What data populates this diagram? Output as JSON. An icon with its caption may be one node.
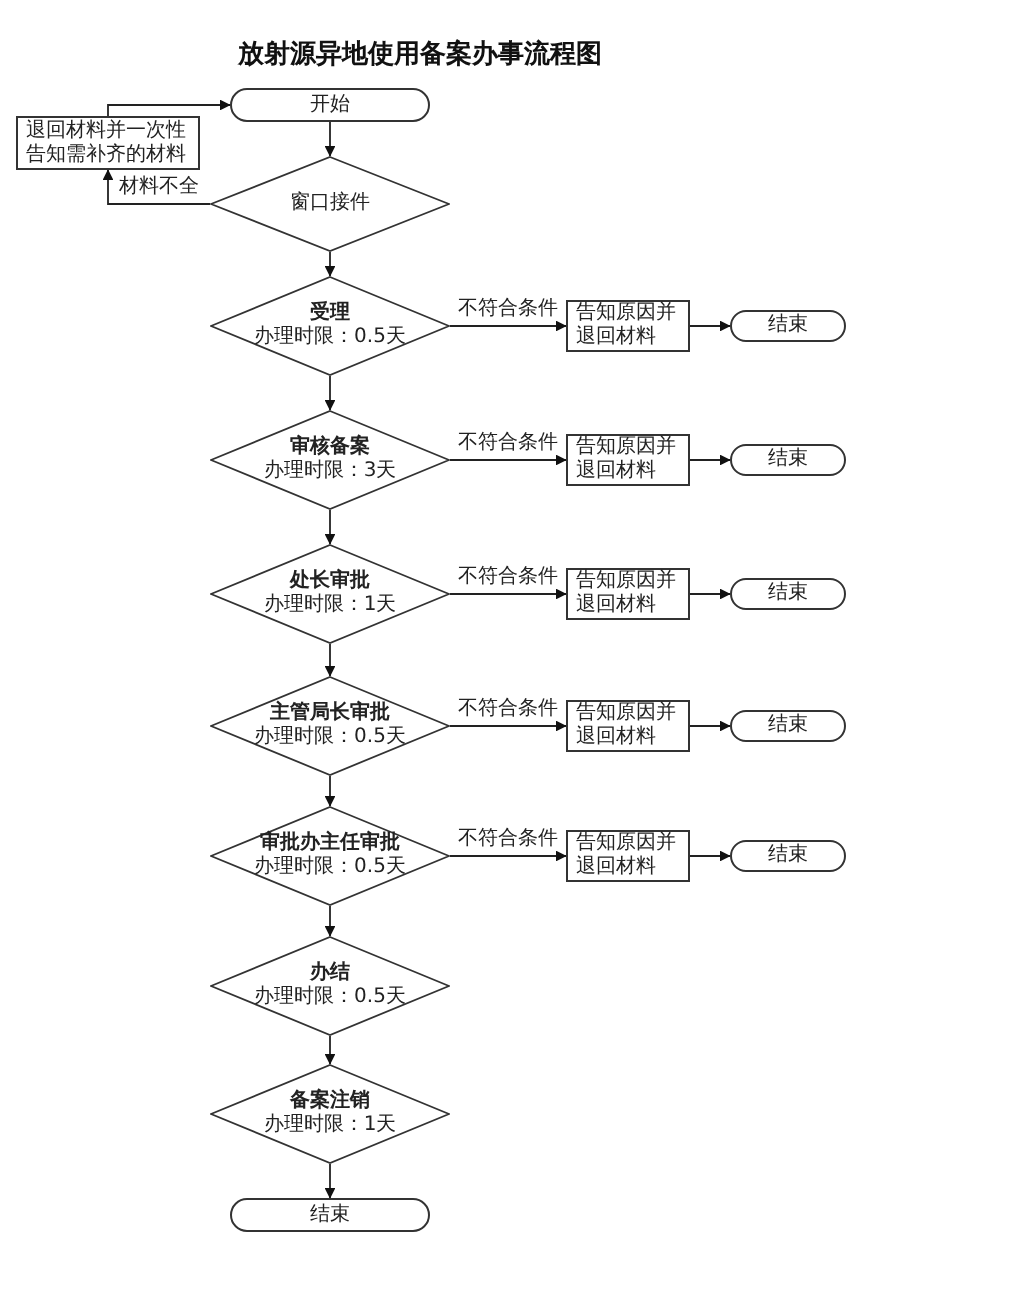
{
  "diagram": {
    "title": "放射源异地使用备案办事流程图",
    "nodes": [
      {
        "text": [
          "开始"
        ]
      },
      {
        "text": [
          "退回材料并一次性告知需补齐的材料"
        ]
      },
      {
        "text": [
          "窗口接件"
        ]
      },
      {
        "text": [
          "受理",
          "办理时限：0.5天"
        ]
      },
      {
        "text": [
          "告知原因并退回材料"
        ]
      },
      {
        "text": [
          "结束"
        ]
      },
      {
        "text": [
          "审核备案",
          "办理时限：3天"
        ]
      },
      {
        "text": [
          "告知原因并退回材料"
        ]
      },
      {
        "text": [
          "结束"
        ]
      },
      {
        "text": [
          "处长审批",
          "办理时限：1天"
        ]
      },
      {
        "text": [
          "告知原因并退回材料"
        ]
      },
      {
        "text": [
          "结束"
        ]
      },
      {
        "text": [
          "主管局长审批",
          "办理时限：0.5天"
        ]
      },
      {
        "text": [
          "告知原因并退回材料"
        ]
      },
      {
        "text": [
          "结束"
        ]
      },
      {
        "text": [
          "审批办主任审批",
          "办理时限：0.5天"
        ]
      },
      {
        "text": [
          "告知原因并退回材料"
        ]
      },
      {
        "text": [
          "结束"
        ]
      },
      {
        "text": [
          "办结",
          "办理时限：0.5天"
        ]
      },
      {
        "text": [
          "备案注销",
          "办理时限：1天"
        ]
      },
      {
        "text": [
          "结束"
        ]
      }
    ],
    "edges": [
      {
        "from": 0,
        "to": 2,
        "arrow": "to"
      },
      {
        "from": 2,
        "to": 1,
        "label": "材料不全",
        "arrow": "to"
      },
      {
        "from": 1,
        "to": 0,
        "arrow": "to"
      },
      {
        "from": 2,
        "to": 3,
        "arrow": "to"
      },
      {
        "from": 3,
        "to": 4,
        "label": "不符合条件",
        "arrow": "to"
      },
      {
        "from": 4,
        "to": 5,
        "arrow": "to"
      },
      {
        "from": 3,
        "to": 6,
        "arrow": "to"
      },
      {
        "from": 6,
        "to": 7,
        "label": "不符合条件",
        "arrow": "to"
      },
      {
        "from": 7,
        "to": 8,
        "arrow": "to"
      },
      {
        "from": 6,
        "to": 9,
        "arrow": "to"
      },
      {
        "from": 9,
        "to": 10,
        "label": "不符合条件",
        "arrow": "to"
      },
      {
        "from": 10,
        "to": 11,
        "arrow": "to"
      },
      {
        "from": 9,
        "to": 12,
        "arrow": "to"
      },
      {
        "from": 12,
        "to": 13,
        "label": "不符合条件",
        "arrow": "to"
      },
      {
        "from": 13,
        "to": 14,
        "arrow": "to"
      },
      {
        "from": 12,
        "to": 15,
        "arrow": "to"
      },
      {
        "from": 15,
        "to": 16,
        "label": "不符合条件",
        "arrow": "to"
      },
      {
        "from": 16,
        "to": 17,
        "arrow": "to"
      },
      {
        "from": 15,
        "to": 18,
        "arrow": "to"
      },
      {
        "from": 18,
        "to": 19,
        "arrow": "to"
      },
      {
        "from": 19,
        "to": 20,
        "arrow": "to"
      }
    ]
  }
}
